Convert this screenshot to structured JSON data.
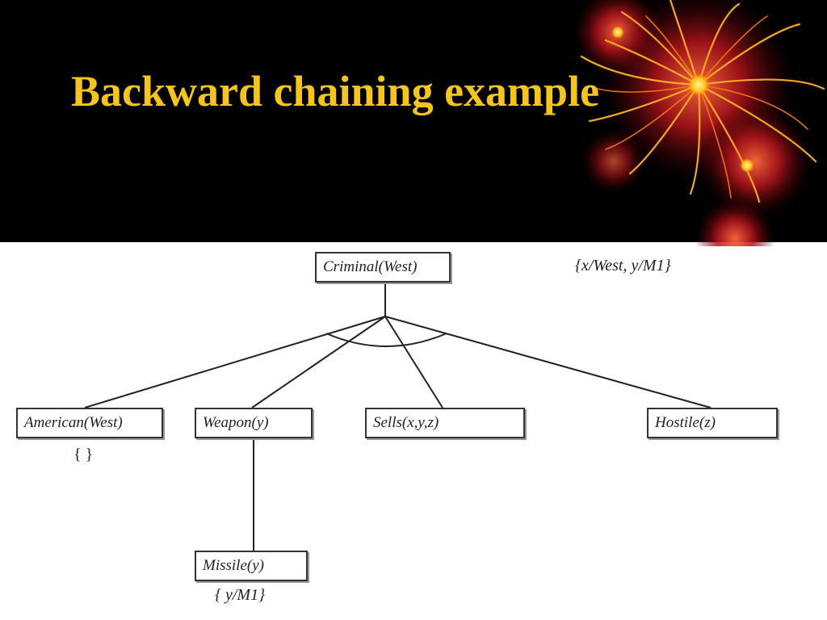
{
  "slide": {
    "title": "Backward chaining example",
    "title_color": "#f5c518",
    "background_color": "#000000",
    "decoration": "firework-graphic"
  },
  "diagram": {
    "root": {
      "label": "Criminal(West)",
      "substitution": "{x/West, y/M1}"
    },
    "children": [
      {
        "label": "American(West)",
        "substitution": "{ }"
      },
      {
        "label": "Weapon(y)",
        "substitution": ""
      },
      {
        "label": "Sells(x,y,z)",
        "substitution": ""
      },
      {
        "label": "Hostile(z)",
        "substitution": ""
      }
    ],
    "grandchild": {
      "label": "Missile(y)",
      "substitution": "{ y/M1}"
    }
  }
}
